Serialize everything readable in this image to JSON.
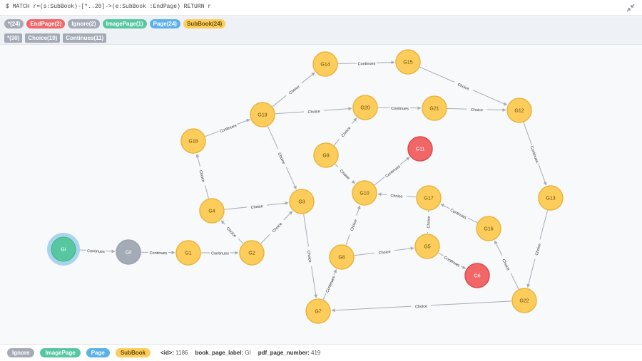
{
  "query": "$ MATCH r=(s:SubBook)-[*..20]->(e:SubBook :EndPage) RETURN r",
  "labels": [
    {
      "name": "*",
      "count": "(24)",
      "color": "#a5abb6",
      "text_color": "#ffffff"
    },
    {
      "name": "EndPage",
      "count": "(2)",
      "color": "#f16667",
      "text_color": "#ffffff"
    },
    {
      "name": "Ignore",
      "count": "(2)",
      "color": "#a5abb6",
      "text_color": "#ffffff"
    },
    {
      "name": "ImagePage",
      "count": "(1)",
      "color": "#57c7a2",
      "text_color": "#ffffff"
    },
    {
      "name": "Page",
      "count": "(24)",
      "color": "#5db1ea",
      "text_color": "#ffffff"
    },
    {
      "name": "SubBook",
      "count": "(24)",
      "color": "#fdcd5c",
      "text_color": "#604a0e"
    }
  ],
  "relationship_types": [
    {
      "name": "*",
      "count": "(30)"
    },
    {
      "name": "Choice",
      "count": "(19)"
    },
    {
      "name": "Continues",
      "count": "(11)"
    }
  ],
  "nodes": [
    {
      "id": "GI",
      "label": "GI",
      "kind": "image",
      "selected": true
    },
    {
      "id": "Gii",
      "label": "Gii",
      "kind": "ignore"
    },
    {
      "id": "G1",
      "label": "G1",
      "kind": "subbook"
    },
    {
      "id": "G2",
      "label": "G2",
      "kind": "subbook"
    },
    {
      "id": "G3",
      "label": "G3",
      "kind": "subbook"
    },
    {
      "id": "G4",
      "label": "G4",
      "kind": "subbook"
    },
    {
      "id": "G5",
      "label": "G5",
      "kind": "subbook"
    },
    {
      "id": "G6",
      "label": "G6",
      "kind": "end"
    },
    {
      "id": "G7",
      "label": "G7",
      "kind": "subbook"
    },
    {
      "id": "G8",
      "label": "G8",
      "kind": "subbook"
    },
    {
      "id": "G9",
      "label": "G9",
      "kind": "subbook"
    },
    {
      "id": "G10",
      "label": "G10",
      "kind": "subbook"
    },
    {
      "id": "G11",
      "label": "G11",
      "kind": "end"
    },
    {
      "id": "G12",
      "label": "G12",
      "kind": "subbook"
    },
    {
      "id": "G13",
      "label": "G13",
      "kind": "subbook"
    },
    {
      "id": "G14",
      "label": "G14",
      "kind": "subbook"
    },
    {
      "id": "G15",
      "label": "G15",
      "kind": "subbook"
    },
    {
      "id": "G16",
      "label": "G16",
      "kind": "subbook"
    },
    {
      "id": "G17",
      "label": "G17",
      "kind": "subbook"
    },
    {
      "id": "G18",
      "label": "G18",
      "kind": "subbook"
    },
    {
      "id": "G19",
      "label": "G19",
      "kind": "subbook"
    },
    {
      "id": "G20",
      "label": "G20",
      "kind": "subbook"
    },
    {
      "id": "G21",
      "label": "G21",
      "kind": "subbook"
    },
    {
      "id": "G22",
      "label": "G22",
      "kind": "subbook"
    }
  ],
  "edges": [
    {
      "from": "GI",
      "to": "Gii",
      "type": "Continues"
    },
    {
      "from": "Gii",
      "to": "G1",
      "type": "Continues"
    },
    {
      "from": "G1",
      "to": "G2",
      "type": "Continues"
    },
    {
      "from": "G2",
      "to": "G4",
      "type": "Choice"
    },
    {
      "from": "G2",
      "to": "G3",
      "type": "Choice"
    },
    {
      "from": "G4",
      "to": "G3",
      "type": "Choice"
    },
    {
      "from": "G4",
      "to": "G18",
      "type": "Choice"
    },
    {
      "from": "G18",
      "to": "G19",
      "type": "Continues"
    },
    {
      "from": "G19",
      "to": "G14",
      "type": "Choice"
    },
    {
      "from": "G19",
      "to": "G20",
      "type": "Choice"
    },
    {
      "from": "G19",
      "to": "G3",
      "type": "Choice"
    },
    {
      "from": "G14",
      "to": "G15",
      "type": "Continues"
    },
    {
      "from": "G15",
      "to": "G12",
      "type": "Choice"
    },
    {
      "from": "G20",
      "to": "G21",
      "type": "Continues"
    },
    {
      "from": "G21",
      "to": "G12",
      "type": "Choice"
    },
    {
      "from": "G12",
      "to": "G13",
      "type": "Continues"
    },
    {
      "from": "G13",
      "to": "G22",
      "type": "Choice"
    },
    {
      "from": "G22",
      "to": "G16",
      "type": "Choice"
    },
    {
      "from": "G22",
      "to": "G7",
      "type": "Choice"
    },
    {
      "from": "G16",
      "to": "G17",
      "type": "Continues"
    },
    {
      "from": "G17",
      "to": "G10",
      "type": "Choice"
    },
    {
      "from": "G17",
      "to": "G5",
      "type": "Choice"
    },
    {
      "from": "G5",
      "to": "G6",
      "type": "Continues"
    },
    {
      "from": "G9",
      "to": "G20",
      "type": "Choice"
    },
    {
      "from": "G9",
      "to": "G10",
      "type": "Choice"
    },
    {
      "from": "G10",
      "to": "G11",
      "type": "Continues"
    },
    {
      "from": "G8",
      "to": "G10",
      "type": "Choice"
    },
    {
      "from": "G8",
      "to": "G5",
      "type": "Choice"
    },
    {
      "from": "G7",
      "to": "G8",
      "type": "Continues"
    },
    {
      "from": "G3",
      "to": "G7",
      "type": "Choice"
    }
  ],
  "node_colors": {
    "subbook": {
      "fill": "#fdcd5c",
      "stroke": "#eab43e",
      "text": "#604a0e"
    },
    "end": {
      "fill": "#f16667",
      "stroke": "#dc4b4c",
      "text": "#ffffff"
    },
    "ignore": {
      "fill": "#a5abb6",
      "stroke": "#9aa1ac",
      "text": "#ffffff"
    },
    "image": {
      "fill": "#57c7a2",
      "stroke": "#4bb592",
      "text": "#ffffff",
      "halo": "#a8d4f0"
    }
  },
  "edge_color": "#a5abb6",
  "footer": {
    "labels": [
      {
        "name": "Ignore",
        "color": "#a5abb6",
        "text_color": "#ffffff"
      },
      {
        "name": "ImagePage",
        "color": "#57c7a2",
        "text_color": "#ffffff"
      },
      {
        "name": "Page",
        "color": "#5db1ea",
        "text_color": "#ffffff"
      },
      {
        "name": "SubBook",
        "color": "#fdcd5c",
        "text_color": "#604a0e"
      }
    ],
    "properties": [
      {
        "key": "<id>:",
        "value": "1186"
      },
      {
        "key": "book_page_label:",
        "value": "GI"
      },
      {
        "key": "pdf_page_number:",
        "value": "419"
      }
    ]
  },
  "icons": {
    "collapse": "collapse-arrows-icon"
  }
}
